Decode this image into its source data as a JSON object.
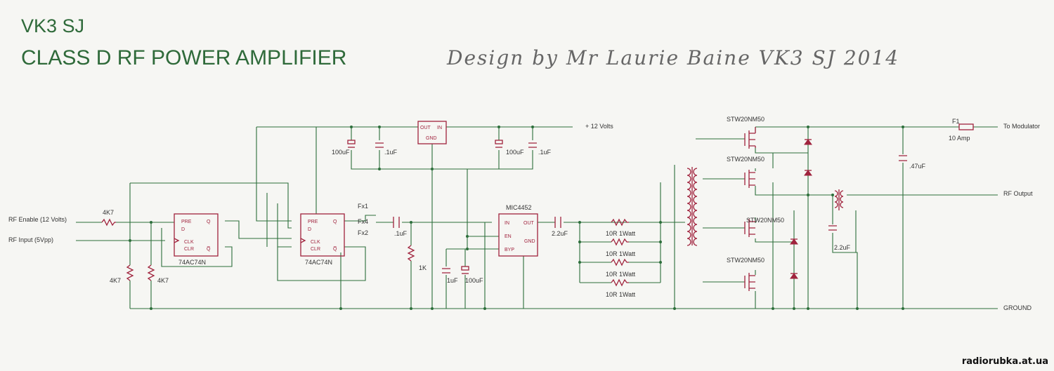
{
  "header": {
    "callsign": "VK3 SJ",
    "title": "CLASS D RF POWER AMPLIFIER",
    "credit": "Design by Mr Laurie Baine VK3 SJ   2014"
  },
  "watermark": "radiorubka.at.ua",
  "labels": {
    "rf_enable": "RF Enable (12 Volts)",
    "rf_input": "RF Input (5Vpp)",
    "r_4k7": "4K7",
    "ic_74ac74n": "74AC74N",
    "fx1": "Fx1",
    "fx4": "Fx4",
    "fx2": "Fx2",
    "c_1uF": ".1uF",
    "r_1k": "1K",
    "c_100uF": "100uF",
    "c_1uF_b": "1uF",
    "volts": "+ 12 Volts",
    "mic4452": "MIC4452",
    "c_22uF": "2.2uF",
    "r_10r": "10R 1Watt",
    "mosfet": "STW20NM50",
    "c_47uF": ".47uF",
    "fuse_name": "F1",
    "fuse_rating": "10 Amp",
    "to_modulator": "To Modulator",
    "rf_output": "RF Output",
    "ground": "GROUND",
    "pin_pre": "PRE",
    "pin_d": "D",
    "pin_clk": "CLK",
    "pin_clr": "CLR",
    "pin_q": "Q",
    "pin_qn": "Q̅",
    "reg_out": "OUT",
    "reg_in": "IN",
    "reg_gnd": "GND",
    "drv_in": "IN",
    "drv_en": "EN",
    "drv_byp": "BYP",
    "drv_out": "OUT",
    "drv_gnd": "GND"
  },
  "colors": {
    "title": "#2f6a3a",
    "wire": "#2c6e3a",
    "component": "#a0233d"
  }
}
